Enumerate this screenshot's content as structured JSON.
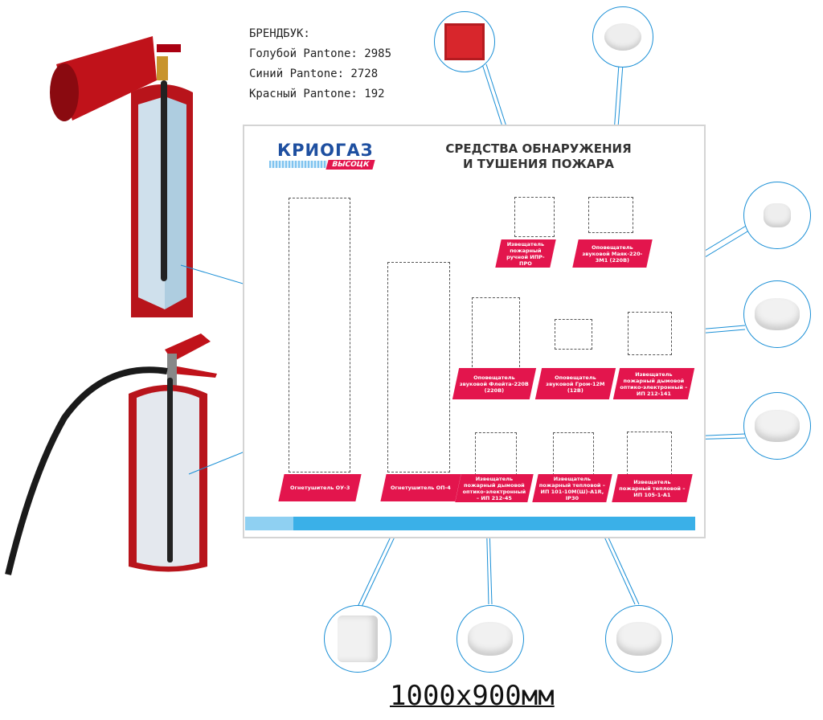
{
  "brandbook": {
    "title": "БРЕНДБУК:",
    "lines": [
      "Голубой Pantone: 2985",
      "Синий Pantone: 2728",
      "Красный Pantone: 192"
    ]
  },
  "board": {
    "logo": "КРИОГАЗ",
    "logo_sub": "ВЫСОЦК",
    "title_line1": "СРЕДСТВА ОБНАРУЖЕНИЯ",
    "title_line2": "И ТУШЕНИЯ ПОЖАРА",
    "labels": [
      "Извещатель пожарный ручной ИПР-ПРО",
      "Оповещатель звуковой Маяк-220-3М1 (220В)",
      "Оповещатель звуковой Флейта-220В (220В)",
      "Оповещатель звуковой Гром-12М (12В)",
      "Извещатель пожарный дымовой оптико-электронный – ИП 212-141",
      "Огнетушитель ОУ-3",
      "Огнетушитель ОП-4",
      "Извещатель пожарный дымовой оптико-электронный – ИП 212-45",
      "Извещатель пожарный тепловой – ИП 101-10М(Ш)-A1R, IP30",
      "Извещатель пожарный тепловой – ИП 105-1-А1"
    ]
  },
  "colors": {
    "blue_light": "#3ab0e8",
    "blue_dark": "#1e4fa0",
    "red": "#e3154d"
  },
  "size": "1000x900мм"
}
